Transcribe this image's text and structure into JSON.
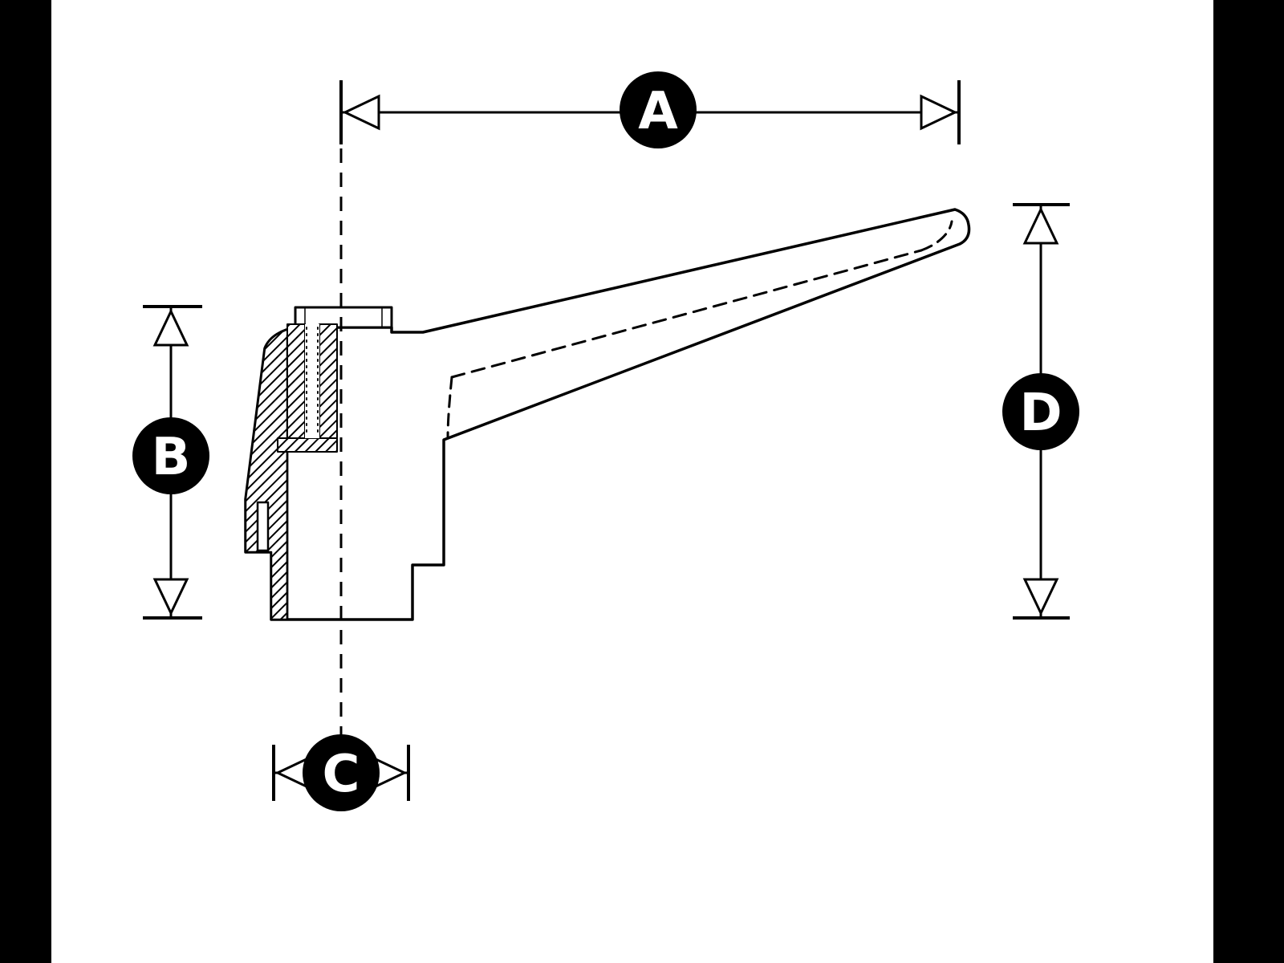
{
  "figure": {
    "type": "technical-dimension-drawing",
    "subject": "adjustable-clamping-lever-side-section-view",
    "background_color": "#ffffff",
    "line_color": "#000000",
    "letterbox_color": "#000000",
    "badge_fill": "#000000",
    "badge_text_color": "#ffffff"
  },
  "dimensions": {
    "A": {
      "label": "A",
      "orientation": "horizontal",
      "position": "top",
      "measures": "overall length from mounting axis to handle tip"
    },
    "B": {
      "label": "B",
      "orientation": "vertical",
      "position": "left",
      "measures": "body height"
    },
    "C": {
      "label": "C",
      "orientation": "horizontal",
      "position": "bottom",
      "measures": "boss diameter across mounting axis"
    },
    "D": {
      "label": "D",
      "orientation": "vertical",
      "position": "right",
      "measures": "overall height from base to handle tip"
    }
  }
}
